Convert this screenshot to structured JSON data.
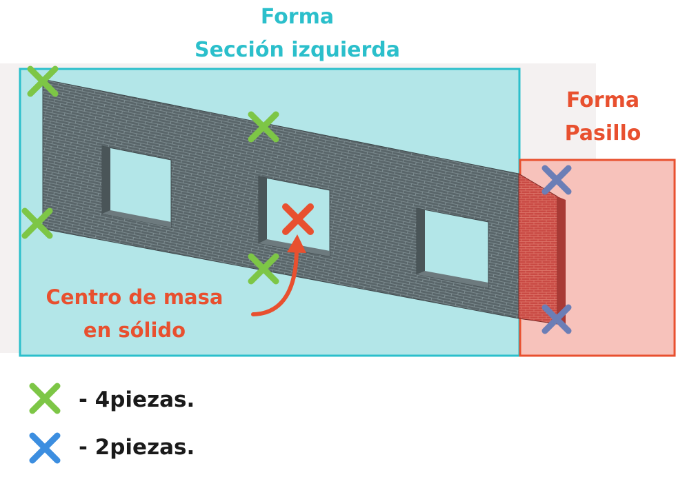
{
  "labels": {
    "left_section_line1": "Forma",
    "left_section_line2": "Sección izquierda",
    "right_section_line1": "Forma",
    "right_section_line2": "Pasillo",
    "center_mass_line1": "Centro de masa",
    "center_mass_line2": "en sólido"
  },
  "legend": [
    {
      "color": "#7dc646",
      "text": "- 4piezas."
    },
    {
      "color": "#3c8ee0",
      "text": "- 2piezas."
    }
  ],
  "colors": {
    "cyan_region_fill": "#b3e6e8",
    "cyan_region_stroke": "#2bbfcb",
    "red_region_fill": "#f7c2bb",
    "red_region_stroke": "#e8502f",
    "wall_gray": "#596569",
    "wall_red": "#c94a44",
    "green_x": "#7dc646",
    "blue_x": "#6b7eb6",
    "orange_x": "#e8502f"
  }
}
